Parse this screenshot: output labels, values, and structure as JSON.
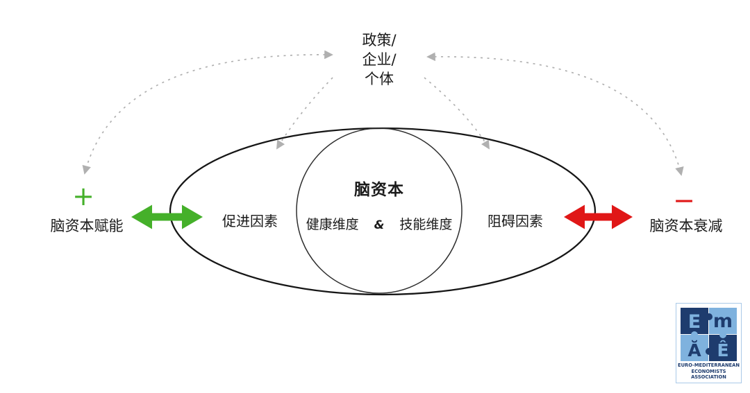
{
  "diagram": {
    "top_node": {
      "lines": [
        "政策/",
        "企业/",
        "个体"
      ]
    },
    "center": {
      "title": "脑资本",
      "dim_left": "健康维度",
      "amp": "&",
      "dim_right": "技能维度"
    },
    "inside": {
      "promote_label": "促进因素",
      "hinder_label": "阻碍因素"
    },
    "left_outside": {
      "sign": "+",
      "label": "脑资本赋能"
    },
    "right_outside": {
      "sign": "−",
      "label": "脑资本衰减"
    }
  },
  "logo": {
    "letters": [
      "E",
      "m",
      "Ă",
      "Ê"
    ],
    "line1": "EURO-MEDITERRANEAN",
    "line2": "ECONOMISTS ASSOCIATION"
  },
  "colors": {
    "green": "#45B02A",
    "red": "#E01717",
    "dashed_gray": "#B0B0B0",
    "outline_black": "#161616",
    "circle_gray": "#2e2e2e",
    "navy": "#1E3C6E",
    "light_blue": "#7FB2DE"
  }
}
